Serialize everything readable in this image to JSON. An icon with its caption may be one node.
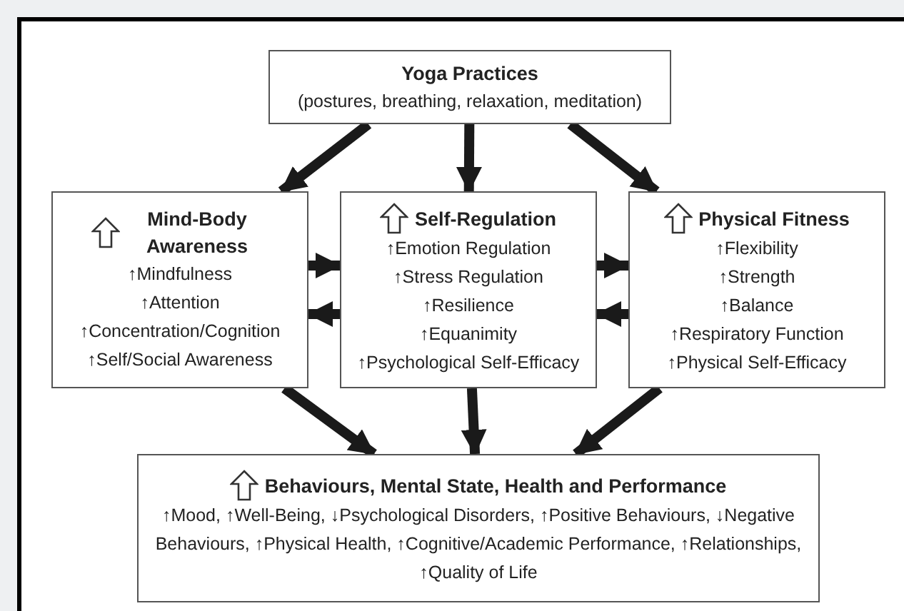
{
  "diagram": {
    "nodes": [
      {
        "text": [
          "Yoga Practices",
          "(postures, breathing, relaxation, meditation)"
        ]
      },
      {
        "text": [
          "Mind-Body Awareness",
          "↑Mindfulness",
          "↑Attention",
          "↑Concentration/Cognition",
          "↑Self/Social Awareness"
        ]
      },
      {
        "text": [
          "Self-Regulation",
          "↑Emotion Regulation",
          "↑Stress Regulation",
          "↑Resilience",
          "↑Equanimity",
          "↑Psychological Self-Efficacy"
        ]
      },
      {
        "text": [
          "Physical Fitness",
          "↑Flexibility",
          "↑Strength",
          "↑Balance",
          "↑Respiratory Function",
          "↑Physical Self-Efficacy"
        ]
      },
      {
        "text": [
          "Behaviours, Mental State, Health and Performance",
          "↑Mood, ↑Well-Being, ↓Psychological Disorders, ↑Positive Behaviours, ↓Negative Behaviours, ↑Physical Health, ↑Cognitive/Academic Performance, ↑Relationships, ↑Quality of Life"
        ]
      }
    ],
    "edges": [
      {
        "from": 0,
        "to": 1,
        "arrow": "to"
      },
      {
        "from": 0,
        "to": 2,
        "arrow": "to"
      },
      {
        "from": 0,
        "to": 3,
        "arrow": "to"
      },
      {
        "from": 1,
        "to": 2,
        "arrow": "to"
      },
      {
        "from": 2,
        "to": 1,
        "arrow": "to"
      },
      {
        "from": 2,
        "to": 3,
        "arrow": "to"
      },
      {
        "from": 3,
        "to": 2,
        "arrow": "to"
      },
      {
        "from": 1,
        "to": 4,
        "arrow": "to"
      },
      {
        "from": 2,
        "to": 4,
        "arrow": "to"
      },
      {
        "from": 3,
        "to": 4,
        "arrow": "to"
      }
    ]
  }
}
